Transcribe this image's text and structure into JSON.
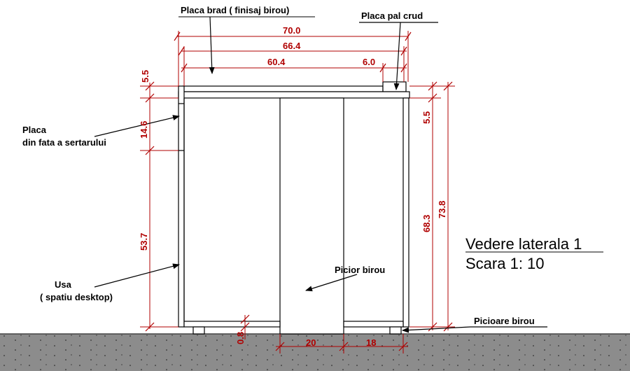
{
  "labels": {
    "placa_brad": "Placa brad ( finisaj birou)",
    "placa_pal": "Placa pal crud",
    "placa_fata_1": "Placa",
    "placa_fata_2": "din fata a sertarului",
    "usa_1": "Usa",
    "usa_2": "( spatiu desktop)",
    "picior_birou": "Picior  birou",
    "picioare_birou": "Picioare birou"
  },
  "title": {
    "line1": "Vedere laterala 1",
    "line2": "Scara 1: 10"
  },
  "dimensions": {
    "top_overall": "70.0",
    "top_inner": "66.4",
    "top_brad": "60.4",
    "top_pal": "6.0",
    "left_top": "5.5",
    "left_drawer": "14.6",
    "left_door": "53.7",
    "right_top": "5.5",
    "right_body": "68.3",
    "right_total": "73.8",
    "bottom_base": "0.8",
    "bottom_gap": "20",
    "bottom_right": "18"
  },
  "colors": {
    "dimension": "#b00000",
    "lines": "#000000",
    "ground": "#8c8c8c"
  }
}
